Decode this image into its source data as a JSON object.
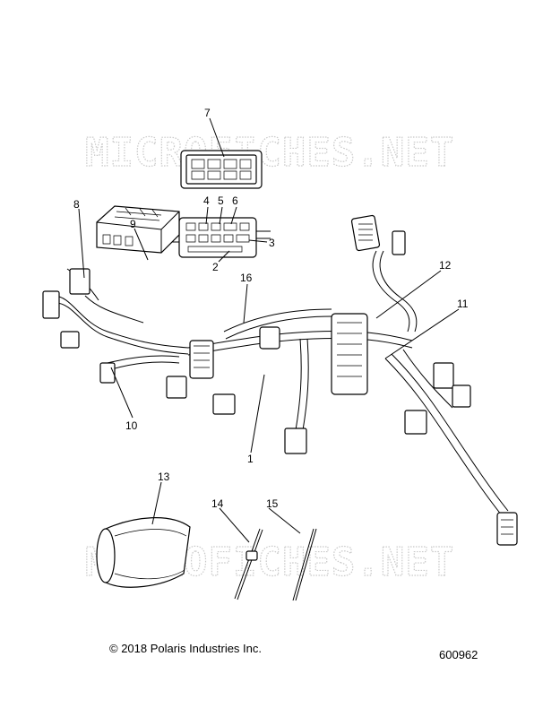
{
  "watermarks": [
    "MICROFICHES.NET",
    "MICROFICHES.NET"
  ],
  "callouts": [
    "7",
    "4",
    "5",
    "6",
    "3",
    "2",
    "8",
    "9",
    "16",
    "12",
    "11",
    "10",
    "1",
    "13",
    "14",
    "15"
  ],
  "footer": {
    "copyright": "© 2018 Polaris Industries Inc.",
    "figure_number": "600962"
  }
}
